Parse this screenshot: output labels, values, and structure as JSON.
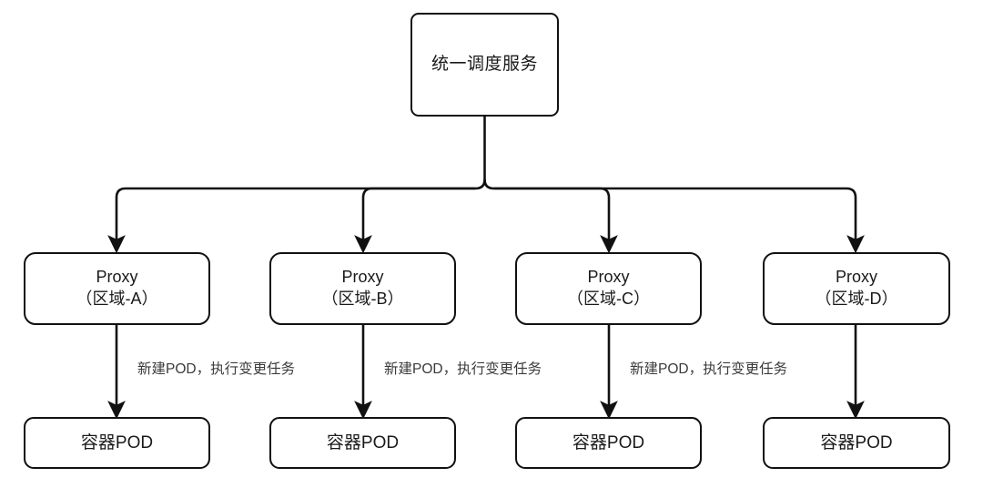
{
  "diagram": {
    "type": "flowchart",
    "title_node": {
      "id": "root",
      "label": "统一调度服务"
    },
    "proxies": [
      {
        "id": "proxy-a",
        "line1": "Proxy",
        "line2": "（区域-A）"
      },
      {
        "id": "proxy-b",
        "line1": "Proxy",
        "line2": "（区域-B）"
      },
      {
        "id": "proxy-c",
        "line1": "Proxy",
        "line2": "（区域-C）"
      },
      {
        "id": "proxy-d",
        "line1": "Proxy",
        "line2": "（区域-D）"
      }
    ],
    "pods": [
      {
        "id": "pod-a",
        "label": "容器POD"
      },
      {
        "id": "pod-b",
        "label": "容器POD"
      },
      {
        "id": "pod-c",
        "label": "容器POD"
      },
      {
        "id": "pod-d",
        "label": "容器POD"
      }
    ],
    "edge_labels": [
      {
        "id": "edge-label-a",
        "text": "新建POD，执行变更任务"
      },
      {
        "id": "edge-label-b",
        "text": "新建POD，执行变更任务"
      },
      {
        "id": "edge-label-c",
        "text": "新建POD，执行变更任务"
      }
    ],
    "colors": {
      "background": "#ffffff",
      "node_fill": "#ffffff",
      "node_stroke": "#111111",
      "connector": "#111111",
      "text": "#1a1a1a",
      "label_text": "#3a3a3a"
    }
  }
}
